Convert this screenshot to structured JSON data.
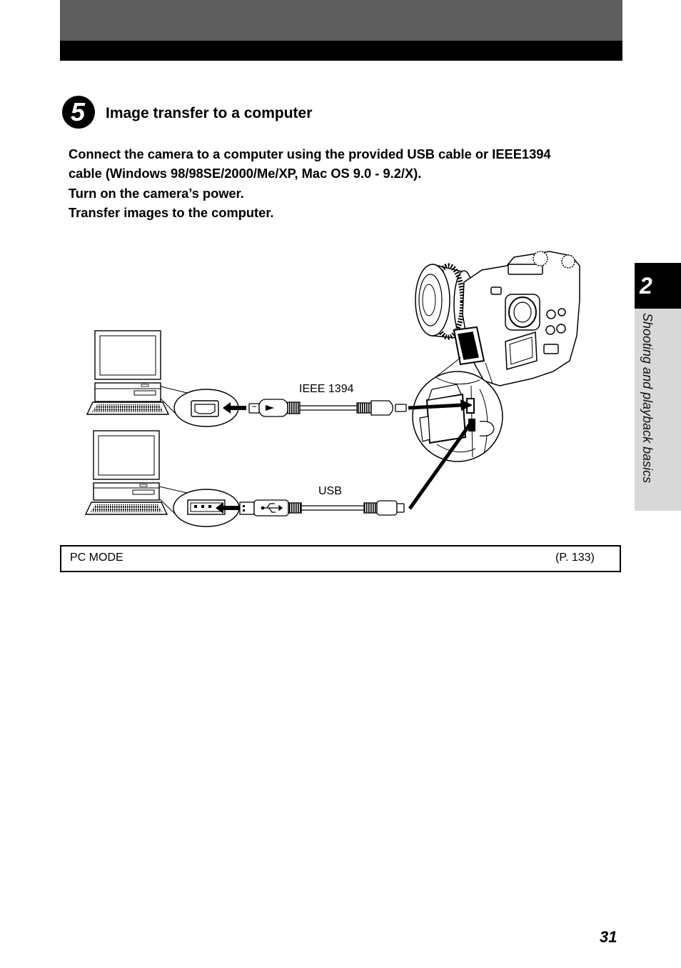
{
  "colors": {
    "header_gray": "#5e5e5e",
    "header_black": "#000000",
    "tab_black": "#000000",
    "tab_gray": "#d8d8d8"
  },
  "step": {
    "number": "5",
    "title": "Image transfer to a computer"
  },
  "instructions": [
    "Connect the camera to a computer using the provided USB cable or IEEE1394",
    "cable (Windows 98/98SE/2000/Me/XP, Mac OS 9.0 - 9.2/X).",
    "Turn on the camera’s power.",
    "Transfer images to the computer."
  ],
  "diagram": {
    "ieee_label": "IEEE 1394",
    "usb_label": "USB",
    "icons": [
      "computer-icon",
      "ieee1394-port-icon",
      "usb-port-icon",
      "ieee1394-cable-icon",
      "usb-cable-icon",
      "camera-icon"
    ]
  },
  "reference": {
    "label": "PC MODE",
    "page": "(P. 133)"
  },
  "side_tab": {
    "chapter": "2",
    "title": "Shooting and playback basics"
  },
  "page_number": "31"
}
